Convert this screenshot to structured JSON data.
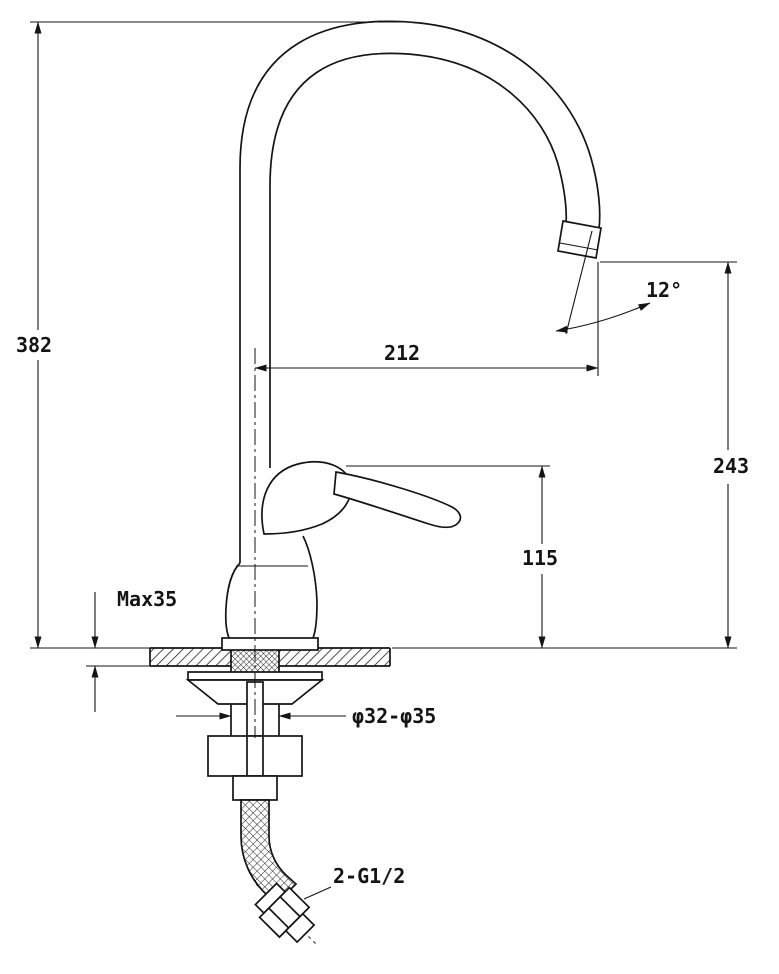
{
  "drawing": {
    "dim_overall_height": "382",
    "dim_spout_reach": "212",
    "dim_spout_angle": "12°",
    "dim_outlet_height": "243",
    "dim_body_height": "115",
    "dim_max_deck_thickness": "Max35",
    "dim_mounting_diameter": "φ32-φ35",
    "dim_inlet_connection": "2-G1/2"
  }
}
